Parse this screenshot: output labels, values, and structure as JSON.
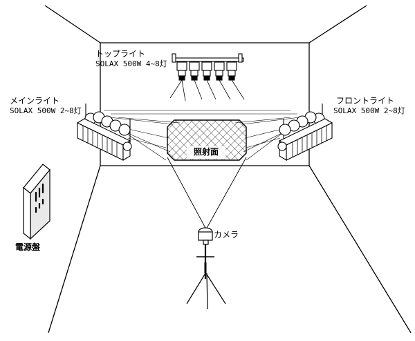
{
  "labels": {
    "top_light_name": "トップライト",
    "top_light_spec": "SOLAX 500W 4~8灯",
    "main_light_name": "メインライト",
    "main_light_spec": "SOLAX 500W 2~8灯",
    "front_light_name": "フロントライト",
    "front_light_spec": "SOLAX 500W 2~8灯",
    "irradiation_surface": "照射面",
    "camera": "カメラ",
    "power_panel": "電源盤"
  },
  "colors": {
    "line": "#000000",
    "background": "#ffffff",
    "panel_fill": "#e9e9e9"
  }
}
